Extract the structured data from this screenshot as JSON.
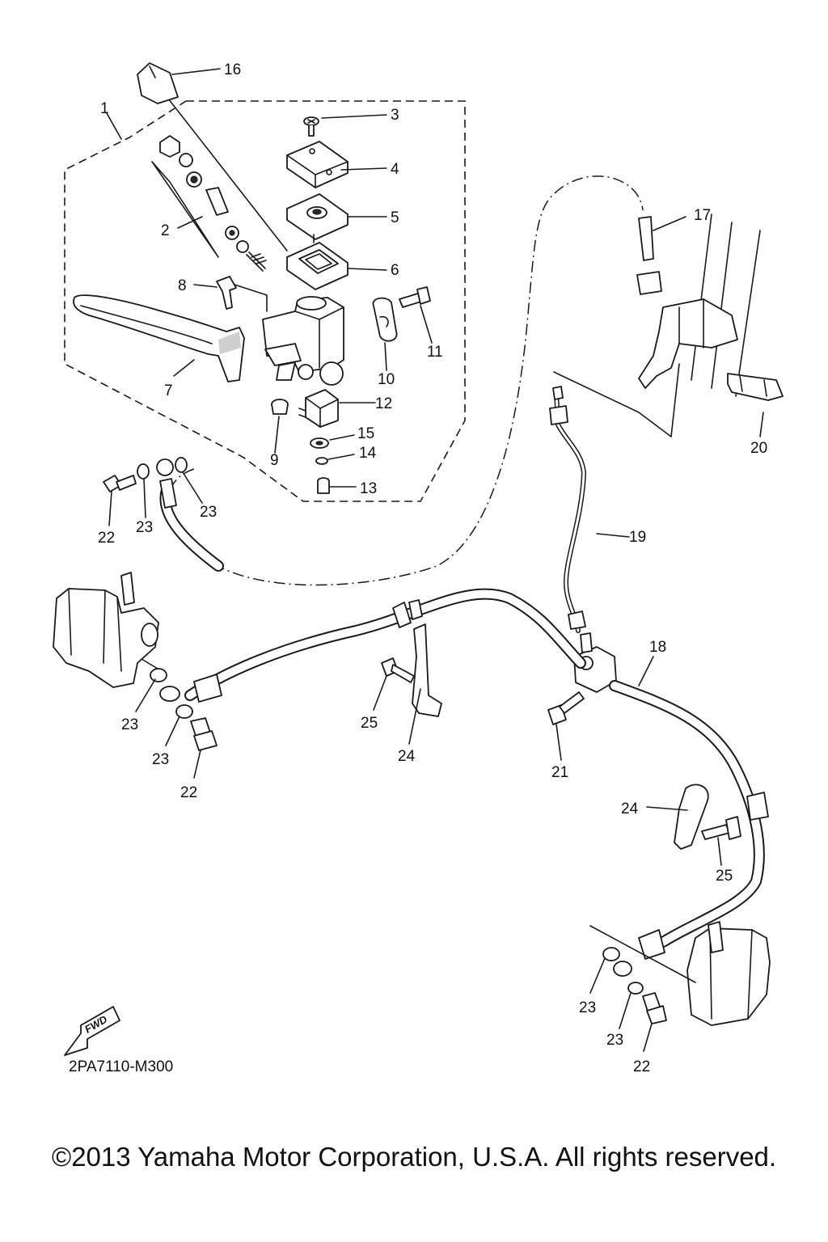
{
  "diagram": {
    "code": "2PA7110-M300",
    "fwd_label": "FWD",
    "copyright": "©2013 Yamaha Motor Corporation, U.S.A. All rights reserved.",
    "callouts": {
      "c1": "1",
      "c2": "2",
      "c3": "3",
      "c4": "4",
      "c5": "5",
      "c6": "6",
      "c7": "7",
      "c8": "8",
      "c9": "9",
      "c10": "10",
      "c11": "11",
      "c12": "12",
      "c13": "13",
      "c14": "14",
      "c15": "15",
      "c16": "16",
      "c17": "17",
      "c18": "18",
      "c19": "19",
      "c20": "20",
      "c21": "21",
      "c22a": "22",
      "c22b": "22",
      "c22c": "22",
      "c23a": "23",
      "c23b": "23",
      "c23c": "23",
      "c23d": "23",
      "c23e": "23",
      "c23f": "23",
      "c24a": "24",
      "c24b": "24",
      "c25a": "25",
      "c25b": "25"
    }
  }
}
